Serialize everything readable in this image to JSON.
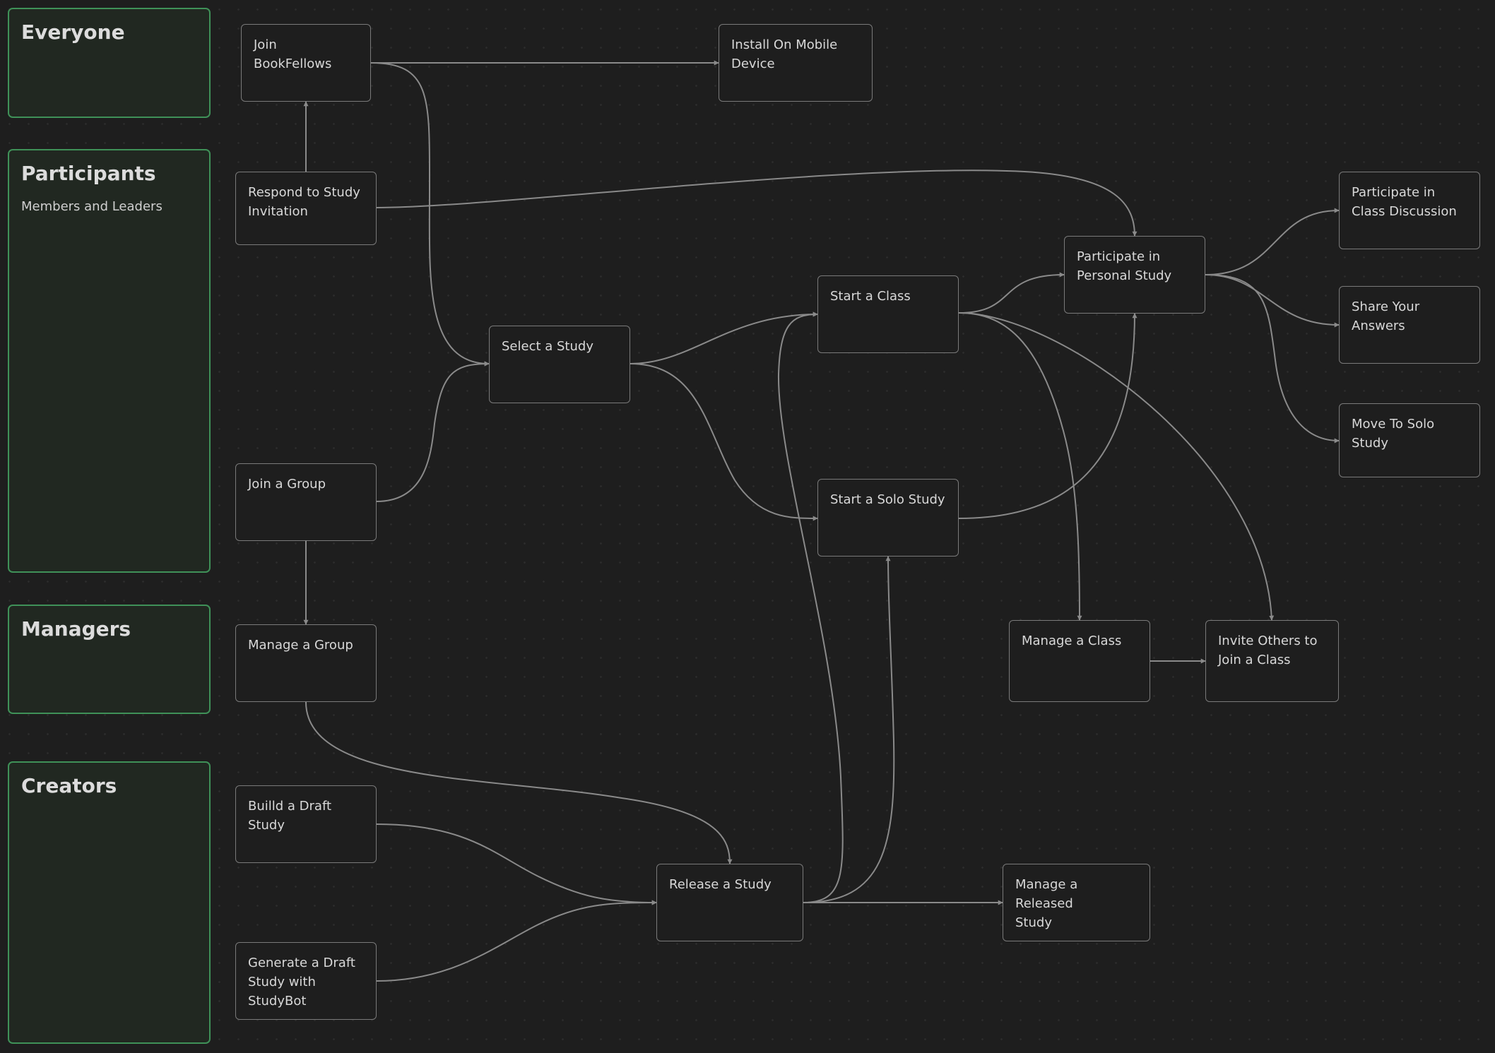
{
  "lanes": [
    {
      "id": "everyone",
      "title": "Everyone",
      "subtitle": ""
    },
    {
      "id": "participants",
      "title": "Participants",
      "subtitle": "Members and Leaders"
    },
    {
      "id": "managers",
      "title": "Managers",
      "subtitle": ""
    },
    {
      "id": "creators",
      "title": "Creators",
      "subtitle": ""
    }
  ],
  "nodes": [
    {
      "id": "join_bookfellows",
      "lines": [
        "Join",
        "BookFellows"
      ]
    },
    {
      "id": "install_mobile",
      "lines": [
        "Install On Mobile",
        "Device"
      ]
    },
    {
      "id": "respond_invitation",
      "lines": [
        "Respond to Study",
        "Invitation"
      ]
    },
    {
      "id": "participate_personal",
      "lines": [
        "Participate in",
        "Personal Study"
      ]
    },
    {
      "id": "participate_discussion",
      "lines": [
        "Participate in",
        "Class Discussion"
      ]
    },
    {
      "id": "start_class",
      "lines": [
        "Start a Class"
      ]
    },
    {
      "id": "share_answers",
      "lines": [
        "Share Your",
        "Answers"
      ]
    },
    {
      "id": "select_study",
      "lines": [
        "Select a Study"
      ]
    },
    {
      "id": "move_solo",
      "lines": [
        "Move To Solo",
        "Study"
      ]
    },
    {
      "id": "join_group",
      "lines": [
        "Join a Group"
      ]
    },
    {
      "id": "start_solo",
      "lines": [
        "Start a Solo Study"
      ]
    },
    {
      "id": "manage_group",
      "lines": [
        "Manage a Group"
      ]
    },
    {
      "id": "manage_class",
      "lines": [
        "Manage a Class"
      ]
    },
    {
      "id": "invite_others",
      "lines": [
        "Invite Others to",
        "Join a Class"
      ]
    },
    {
      "id": "build_draft",
      "lines": [
        "Builld a Draft",
        "Study"
      ]
    },
    {
      "id": "release_study",
      "lines": [
        "Release a Study"
      ]
    },
    {
      "id": "manage_released",
      "lines": [
        "Manage a Released",
        "Study"
      ]
    },
    {
      "id": "generate_draft",
      "lines": [
        "Generate a Draft",
        "Study with",
        "StudyBot"
      ]
    }
  ],
  "edges": [
    {
      "from": "join_bookfellows",
      "to": "install_mobile"
    },
    {
      "from": "join_bookfellows",
      "to": "select_study"
    },
    {
      "from": "respond_invitation",
      "to": "join_bookfellows"
    },
    {
      "from": "respond_invitation",
      "to": "participate_personal"
    },
    {
      "from": "join_group",
      "to": "select_study"
    },
    {
      "from": "join_group",
      "to": "manage_group"
    },
    {
      "from": "select_study",
      "to": "start_class"
    },
    {
      "from": "select_study",
      "to": "start_solo"
    },
    {
      "from": "start_class",
      "to": "participate_personal"
    },
    {
      "from": "start_class",
      "to": "manage_class"
    },
    {
      "from": "start_class",
      "to": "invite_others"
    },
    {
      "from": "start_solo",
      "to": "participate_personal"
    },
    {
      "from": "participate_personal",
      "to": "participate_discussion"
    },
    {
      "from": "participate_personal",
      "to": "share_answers"
    },
    {
      "from": "participate_personal",
      "to": "move_solo"
    },
    {
      "from": "manage_class",
      "to": "invite_others"
    },
    {
      "from": "manage_group",
      "to": "release_study"
    },
    {
      "from": "build_draft",
      "to": "release_study"
    },
    {
      "from": "generate_draft",
      "to": "release_study"
    },
    {
      "from": "release_study",
      "to": "start_class"
    },
    {
      "from": "release_study",
      "to": "start_solo"
    },
    {
      "from": "release_study",
      "to": "manage_released"
    }
  ],
  "colors": {
    "background": "#1e1e1e",
    "lane_border": "#3f9158",
    "lane_fill": "#212821",
    "node_border": "#7a7a7a",
    "edge": "#8a8a8a",
    "text": "#d8d8d8"
  }
}
